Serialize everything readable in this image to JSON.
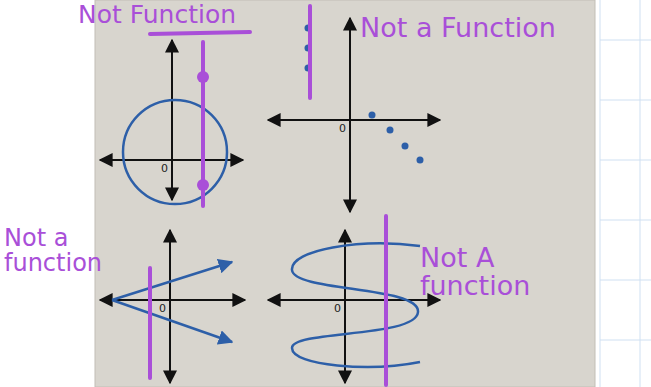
{
  "diagram": {
    "labels": [
      "Not Function",
      "Not a Function",
      "Not a function",
      "Not A function",
      "0",
      "0",
      "0",
      "0"
    ]
  }
}
